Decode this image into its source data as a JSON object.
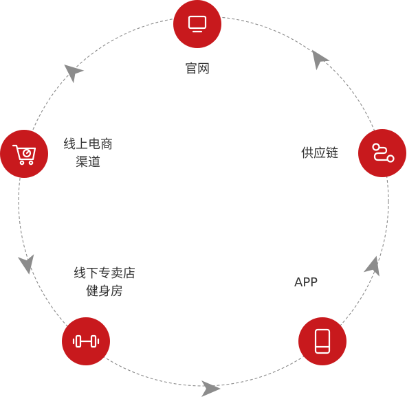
{
  "colors": {
    "node_fill": "#c8191d",
    "ring_stroke": "#8a8a8a",
    "arrow_fill": "#8c8c8c",
    "label_text": "#333333",
    "icon_stroke": "#ffffff"
  },
  "nodes": [
    {
      "id": "website",
      "icon": "monitor-icon",
      "label_lines": [
        "官网"
      ]
    },
    {
      "id": "supply-chain",
      "icon": "route-icon",
      "label_lines": [
        "供应链"
      ]
    },
    {
      "id": "app",
      "icon": "smartphone-icon",
      "label_lines": [
        "APP"
      ]
    },
    {
      "id": "offline-store",
      "icon": "dumbbell-icon",
      "label_lines": [
        "线下专卖店",
        "健身房"
      ]
    },
    {
      "id": "online-ecommerce",
      "icon": "shopping-cart-icon",
      "label_lines": [
        "线上电商",
        "渠道"
      ]
    }
  ]
}
